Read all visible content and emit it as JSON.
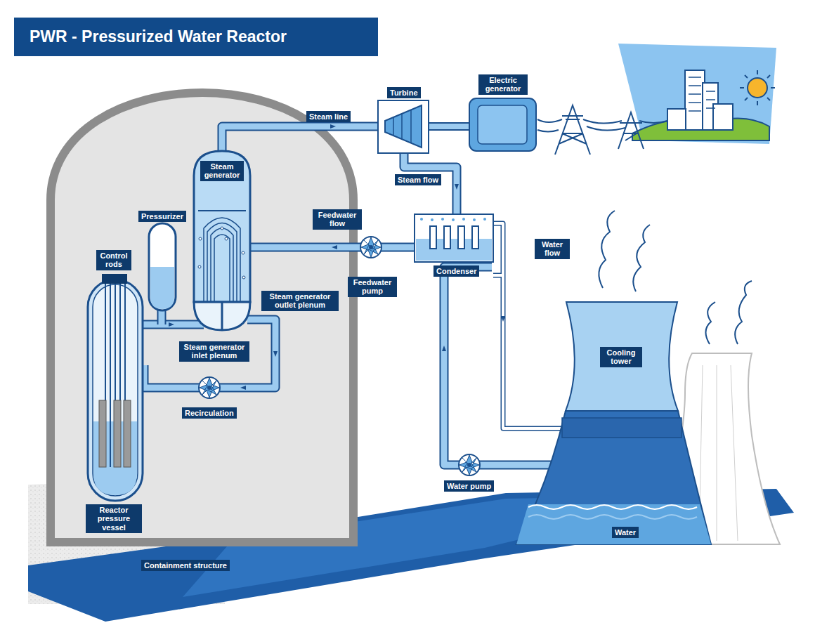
{
  "diagram": {
    "title": "PWR - Pressurized Water Reactor",
    "labels": [
      "Steam line",
      "Turbine",
      "Electric generator",
      "Steam generator",
      "Pressurizer",
      "Control rods",
      "Feedwater flow",
      "Feedwater pump",
      "Condenser",
      "Water flow",
      "Steam flow",
      "Steam generator outlet plenum",
      "Steam generator inlet plenum",
      "Recirculation",
      "Reactor pressure vessel",
      "Cooling tower",
      "Water pump",
      "Water",
      "Containment structure"
    ]
  }
}
